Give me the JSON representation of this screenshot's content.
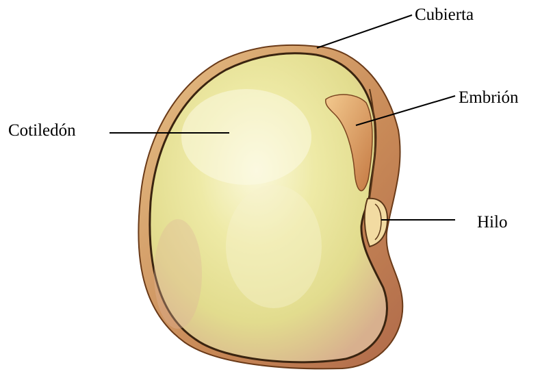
{
  "labels": {
    "cubierta": "Cubierta",
    "embrion": "Embrión",
    "cotiledon": "Cotiledón",
    "hilo": "Hilo"
  },
  "colors": {
    "seed_coat": "#c98f5a",
    "coat_outline": "#4a2a12",
    "cotyledon_fill": "#e6e39a",
    "cotyledon_highlight": "#f7f4d0",
    "cotyledon_shadow": "#d9a88c",
    "embryo": "#d08a52",
    "leader_line": "#000000"
  }
}
